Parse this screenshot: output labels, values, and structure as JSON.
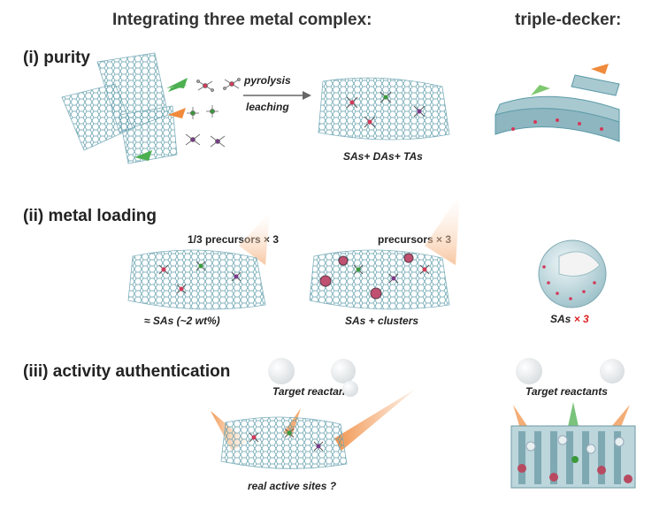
{
  "header": {
    "title_left": "Integrating three metal complex:",
    "title_right": "triple-decker:"
  },
  "sections": {
    "purity": {
      "heading": "(i) purity",
      "step_top": "pyrolysis",
      "step_bottom": "leaching",
      "product": "SAs+ DAs+ TAs"
    },
    "loading": {
      "heading": "(ii) metal loading",
      "left_top": "1/3 precursors × 3",
      "left_bottom": "≈ SAs (~2 wt%)",
      "mid_top": "precursors × 3",
      "mid_bottom": "SAs + clusters",
      "right_bottom_prefix": "SAs",
      "right_bottom_mult": "× 3"
    },
    "activity": {
      "heading": "(iii) activity authentication",
      "target_left": "Target reactants",
      "bottom": "real active sites ?",
      "target_right": "Target reactants"
    }
  },
  "colors": {
    "graphene": "#5a9aa8",
    "graphene_fill": "#e8f3f5",
    "arrow_orange": "#f08a3c",
    "arrow_green": "#4caf50",
    "metal_red": "#d23a5a",
    "metal_green": "#3a9a3a",
    "metal_purple": "#7a3a8a"
  }
}
